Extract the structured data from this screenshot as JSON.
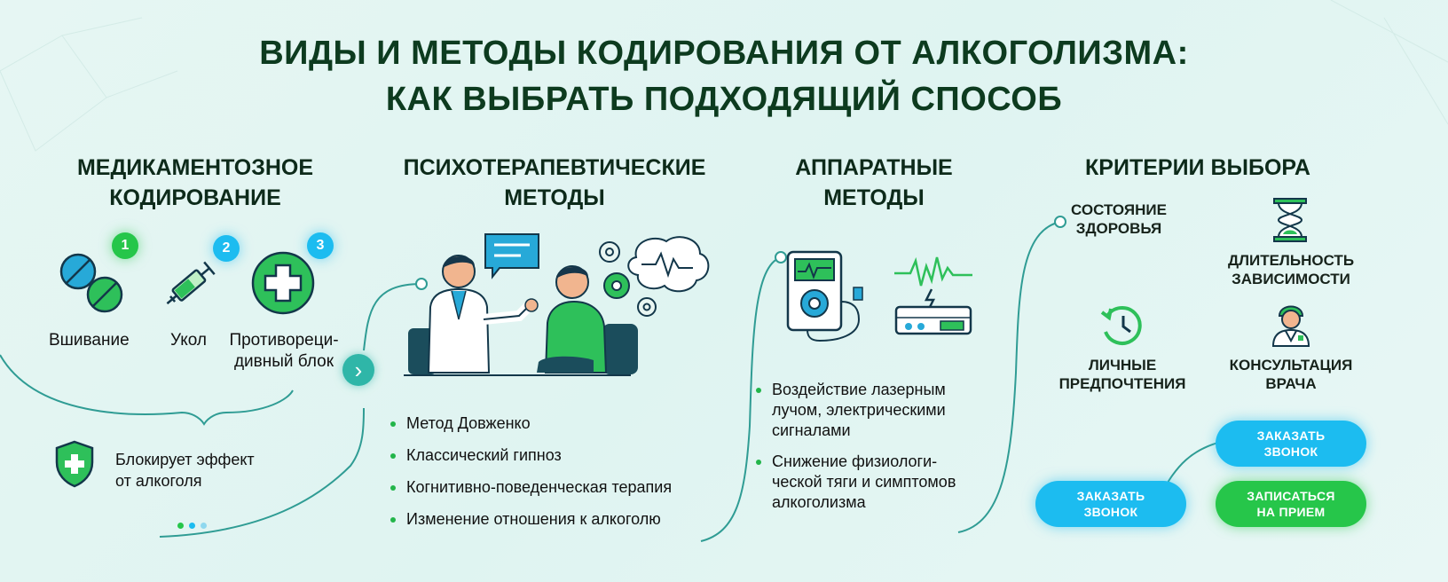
{
  "title": {
    "line1": "ВИДЫ И МЕТОДЫ КОДИРОВАНИЯ ОТ АЛКОГОЛИЗМА:",
    "line2": "КАК ВЫБРАТЬ ПОДХОДЯЩИЙ СПОСОБ"
  },
  "medical": {
    "heading_l1": "МЕДИКАМЕНТОЗНОЕ",
    "heading_l2": "КОДИРОВАНИЕ",
    "items": [
      {
        "num": "1",
        "label": "Вшивание",
        "icon": "pills-icon"
      },
      {
        "num": "2",
        "label": "Укол",
        "icon": "syringe-icon"
      },
      {
        "num": "3",
        "label_l1": "Противореци-",
        "label_l2": "дивный блок",
        "icon": "medical-cross-icon"
      }
    ],
    "note_l1": "Блокирует эффект",
    "note_l2": "от алкоголя",
    "next": "›"
  },
  "psycho": {
    "heading_l1": "ПСИХОТЕРАПЕВТИЧЕСКИЕ",
    "heading_l2": "МЕТОДЫ",
    "bullets": [
      "Метод Довженко",
      "Классический гипноз",
      "Когнитивно-поведенческая терапия",
      "Изменение отношения к алкоголю"
    ]
  },
  "hardware": {
    "heading_l1": "АППАРАТНЫЕ",
    "heading_l2": "МЕТОДЫ",
    "bullets": [
      {
        "l1": "Воздействие лазерным",
        "l2": "лучом, электрическими",
        "l3": "сигналами"
      },
      {
        "l1": "Снижение физиологи-",
        "l2": "ческой тяги и симптомов",
        "l3": "алкоголизма"
      }
    ]
  },
  "criteria": {
    "heading": "КРИТЕРИИ ВЫБОРА",
    "items": [
      {
        "l1": "СОСТОЯНИЕ",
        "l2": "ЗДОРОВЬЯ"
      },
      {
        "l1": "ДЛИТЕЛЬНОСТЬ",
        "l2": "ЗАВИСИМОСТИ",
        "icon": "hourglass-icon"
      },
      {
        "l1": "ЛИЧНЫЕ",
        "l2": "ПРЕДПОЧТЕНИЯ",
        "icon": "history-clock-icon"
      },
      {
        "l1": "КОНСУЛЬТАЦИЯ",
        "l2": "ВРАЧА",
        "icon": "doctor-icon"
      }
    ],
    "buttons": {
      "call_top_l1": "ЗАКАЗАТЬ",
      "call_top_l2": "ЗВОНОК",
      "call_left_l1": "ЗАКАЗАТЬ",
      "call_left_l2": "ЗВОНОК",
      "appoint_l1": "ЗАПИСАТЬСЯ",
      "appoint_l2": "НА ПРИЕМ"
    }
  },
  "colors": {
    "green": "#26c64a",
    "blue": "#1cbcf0",
    "dark_green": "#0d3b1f",
    "teal": "#3a9a95"
  }
}
